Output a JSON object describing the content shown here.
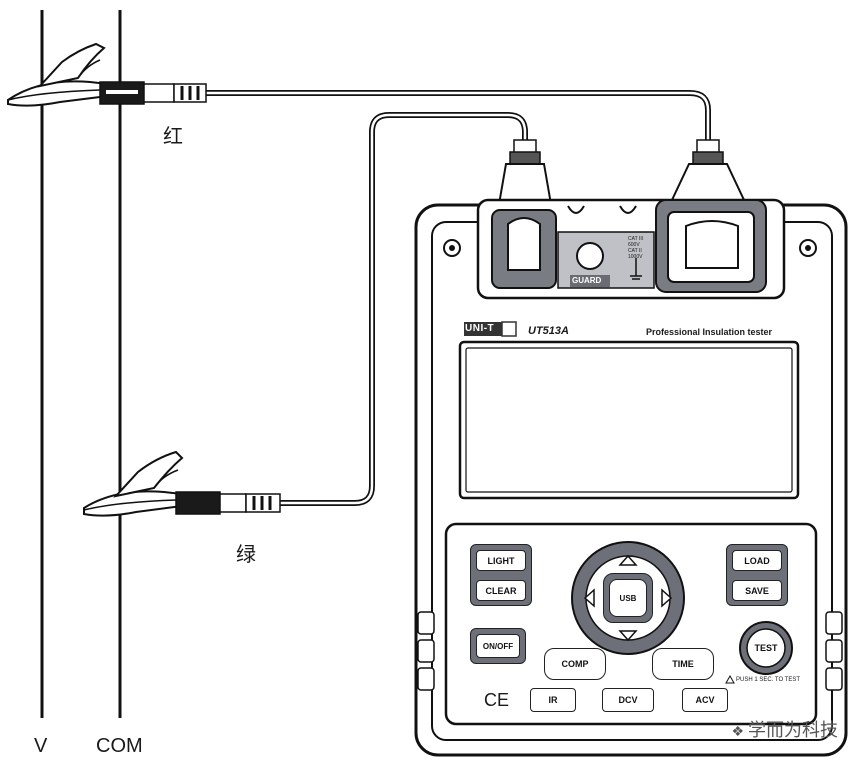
{
  "labels": {
    "red": "红",
    "green": "绿",
    "rail_v": "V",
    "rail_com": "COM"
  },
  "device": {
    "brand": "UNI-T",
    "model": "UT513A",
    "description": "Professional Insulation tester",
    "terminal_guard": "GUARD",
    "terminal_rating_1": "CAT III",
    "terminal_rating_2": "600V",
    "terminal_rating_3": "CAT II",
    "terminal_rating_4": "1000V",
    "ce_mark": "CE"
  },
  "buttons": {
    "light": "LIGHT",
    "clear": "CLEAR",
    "load": "LOAD",
    "save": "SAVE",
    "usb": "USB",
    "on_off": "ON/OFF",
    "comp": "COMP",
    "time": "TIME",
    "test": "TEST",
    "ir": "IR",
    "dcv": "DCV",
    "acv": "ACV"
  },
  "notes": {
    "test_hint": "PUSH 1 SEC. TO TEST"
  },
  "watermark": {
    "text": "学而为科技"
  }
}
